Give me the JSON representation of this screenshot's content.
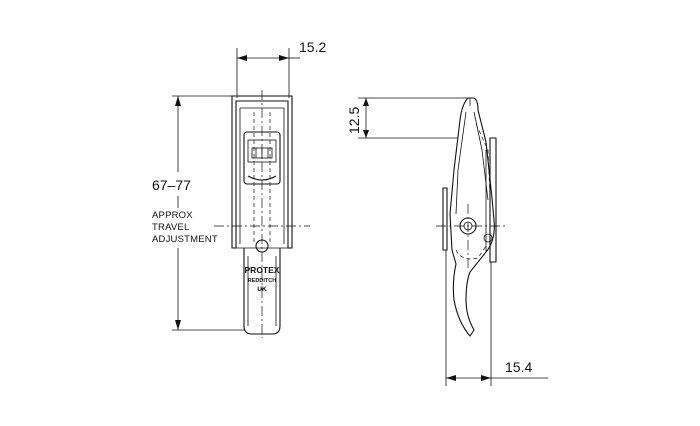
{
  "dimensions": {
    "front_width": "15.2",
    "length_range": "67–77",
    "side_top": "12.5",
    "side_bottom": "15.4"
  },
  "note": {
    "line1": "APPROX",
    "line2": "TRAVEL",
    "line3": "ADJUSTMENT"
  },
  "marking": {
    "brand": "PROTEX",
    "place": "REDDITCH",
    "country": "UK"
  }
}
